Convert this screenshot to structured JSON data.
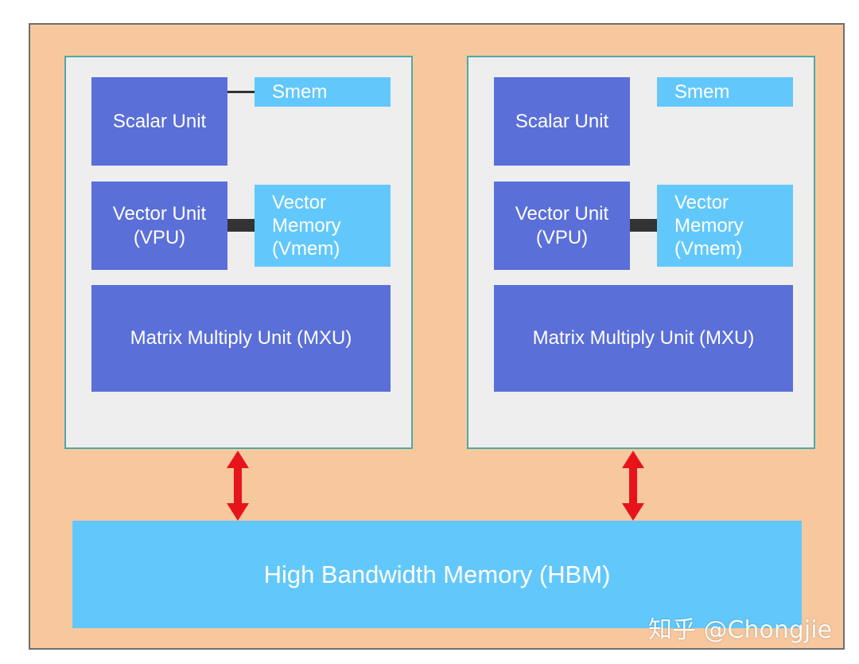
{
  "colors": {
    "background": "#f7c89e",
    "core_panel": "#eeeeee",
    "core_border": "#4fa9a6",
    "unit_dark": "#5a6fd8",
    "unit_light": "#62c8fb",
    "connector": "#333333",
    "arrow": "#e8141c"
  },
  "cores": [
    {
      "scalar_unit": "Scalar Unit",
      "smem": "Smem",
      "vector_unit": "Vector Unit (VPU)",
      "vector_memory": "Vector Memory (Vmem)",
      "mxu": "Matrix Multiply Unit (MXU)"
    },
    {
      "scalar_unit": "Scalar Unit",
      "smem": "Smem",
      "vector_unit": "Vector Unit (VPU)",
      "vector_memory": "Vector Memory (Vmem)",
      "mxu": "Matrix Multiply Unit (MXU)"
    }
  ],
  "hbm": "High Bandwidth Memory (HBM)",
  "watermark": "知乎 @Chongjie"
}
